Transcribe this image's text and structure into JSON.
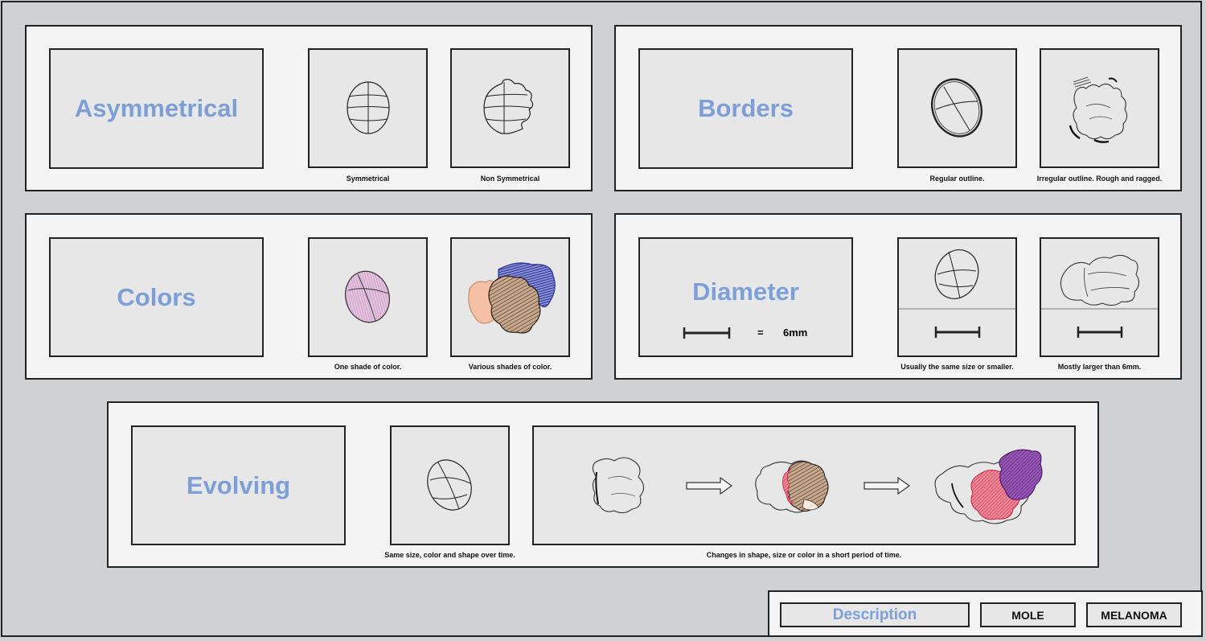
{
  "sections": {
    "asymmetry": {
      "title": "Asymmetrical",
      "mole_caption": "Symmetrical",
      "melanoma_caption": "Non Symmetrical"
    },
    "borders": {
      "title": "Borders",
      "mole_caption": "Regular outline.",
      "melanoma_caption": "Irregular outline. Rough and ragged."
    },
    "colors": {
      "title": "Colors",
      "mole_caption": "One shade of color.",
      "melanoma_caption": "Various shades of color."
    },
    "diameter": {
      "title": "Diameter",
      "scale_equals": "=",
      "scale_value": "6mm",
      "mole_caption": "Usually the same size or smaller.",
      "melanoma_caption": "Mostly larger than 6mm."
    },
    "evolving": {
      "title": "Evolving",
      "mole_caption": "Same size, color and shape over time.",
      "melanoma_caption": "Changes in shape, size or color in a short period of time."
    }
  },
  "legend": {
    "description": "Description",
    "mole": "MOLE",
    "melanoma": "MELANOMA"
  },
  "colors": {
    "title_blue": "#7c9fd8",
    "pink": "#e6c4e2",
    "peach": "#f6c0a4",
    "brown": "#b89780",
    "blue": "#5a62b6",
    "red": "#e25a6e",
    "purple": "#7e3da0"
  }
}
